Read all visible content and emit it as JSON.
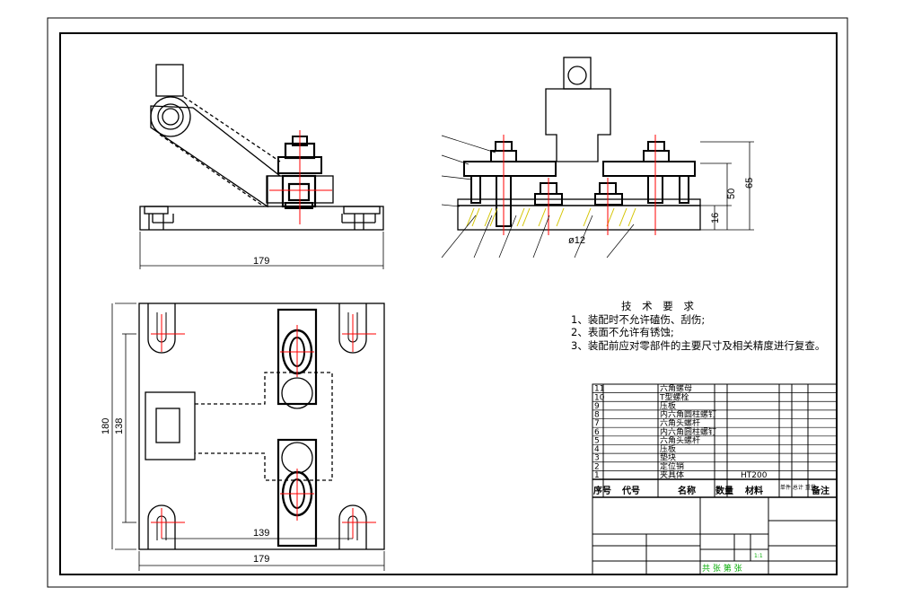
{
  "dimensions": {
    "front_width": "179",
    "height_total": "65",
    "height_mid": "50",
    "height_base": "16",
    "hole_dia": "ø12",
    "plan_width": "179",
    "plan_hole_spacing": "139",
    "plan_height_outer": "180",
    "plan_height_inner": "138"
  },
  "requirements": {
    "title": "技 术 要 求",
    "items": [
      "1、装配时不允许磕伤、刮伤;",
      "2、表面不允许有锈蚀;",
      "3、装配前应对零部件的主要尺寸及相关精度进行复查。"
    ]
  },
  "title_block": {
    "header": {
      "seq": "序号",
      "code": "代号",
      "name": "名称",
      "qty": "数量",
      "material": "材料",
      "weight": "单件 总计 重量",
      "remark": "备注"
    },
    "rows": [
      {
        "seq": "11",
        "name": "六角螺母"
      },
      {
        "seq": "10",
        "name": "T型螺栓"
      },
      {
        "seq": "9",
        "name": "压板"
      },
      {
        "seq": "8",
        "name": "内六角圆柱螺钉"
      },
      {
        "seq": "7",
        "name": "六角头螺杆"
      },
      {
        "seq": "6",
        "name": "内六角圆柱螺钉"
      },
      {
        "seq": "5",
        "name": "六角头螺杆"
      },
      {
        "seq": "4",
        "name": "压板"
      },
      {
        "seq": "3",
        "name": "垫块"
      },
      {
        "seq": "2",
        "name": "定位销"
      },
      {
        "seq": "1",
        "name": "夹具体",
        "material": "HT200"
      }
    ],
    "footer": {
      "sheet_total": "共 张 第 张",
      "scale": "1:1"
    }
  },
  "colors": {
    "line": "#000000",
    "centerline": "#ff0000",
    "hatch": "#d4c400",
    "green_text": "#00aa00"
  }
}
